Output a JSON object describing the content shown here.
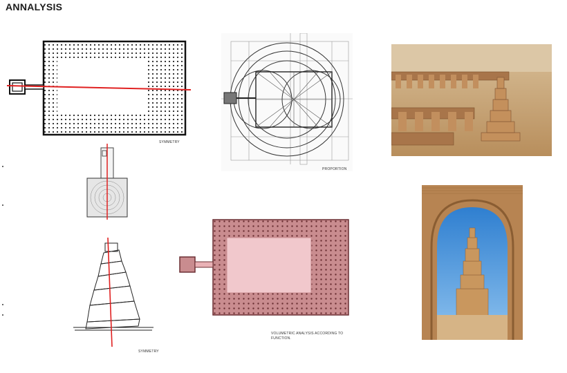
{
  "page": {
    "title": "ANNALYSIS"
  },
  "captions": {
    "symmetry_plan": "SYMMETRY",
    "proportion": "PROPORTION",
    "symmetry_minaret": "SYMMETRY",
    "volumetric": "VOLUMETRIC ANALYSIS ACCORDING TO\nFUNCTION."
  },
  "colors": {
    "axis_red": "#e02020",
    "volumetric_fill": "#c98c8f",
    "volumetric_inner": "#f1c8cc",
    "sand": "#c9a679",
    "sky": "#3b8fd6"
  },
  "icons": {
    "plan": "mosque-plan-drawing",
    "proportion": "proportion-diagram",
    "ruins": "ruins-photo",
    "minaret_base": "minaret-base-drawing",
    "minaret": "spiral-minaret-drawing",
    "volumetric": "volumetric-plan-drawing",
    "arch": "arch-minaret-photo"
  }
}
